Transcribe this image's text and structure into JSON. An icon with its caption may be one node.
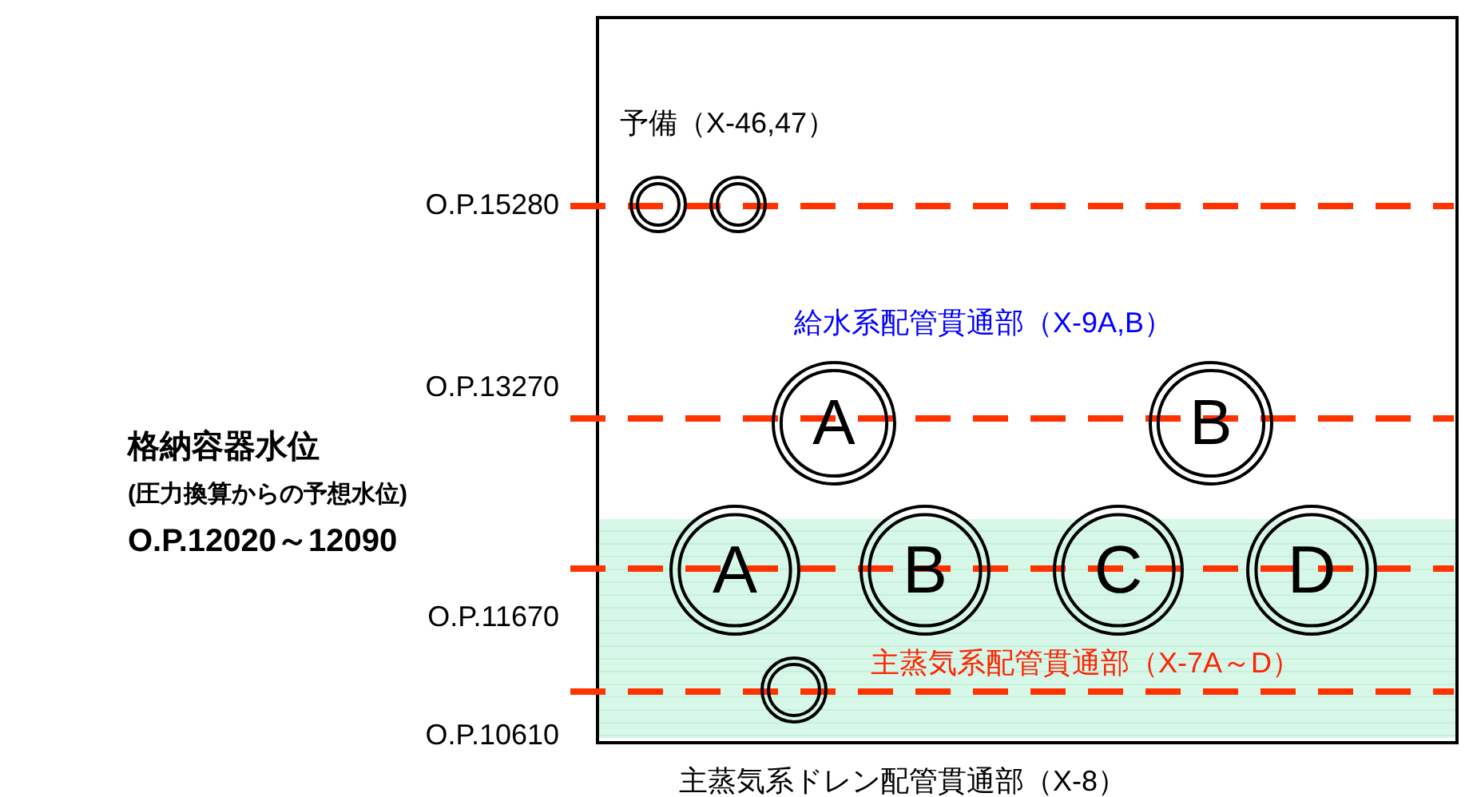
{
  "diagram": {
    "nodes": [
      {
        "text": [],
        "shape": "circle"
      },
      {
        "text": [],
        "shape": "circle"
      },
      {
        "text": [
          "A"
        ]
      },
      {
        "text": [
          "B"
        ]
      },
      {
        "text": [
          "A"
        ]
      },
      {
        "text": [
          "B"
        ]
      },
      {
        "text": [
          "C"
        ]
      },
      {
        "text": [
          "D"
        ]
      },
      {
        "text": [],
        "shape": "circle"
      }
    ],
    "edges": [],
    "labels": [
      "予備（X-46,47）",
      "O.P.15280",
      "給水系配管貫通部（X-9A,B）",
      "O.P.13270",
      "格納容器水位",
      "(圧力換算からの予想水位)",
      "O.P.12020～12090",
      "O.P.11670",
      "主蒸気系配管貫通部（X-7A～D）",
      "O.P.10610",
      "主蒸気系ドレン配管貫通部（X-8）"
    ]
  }
}
